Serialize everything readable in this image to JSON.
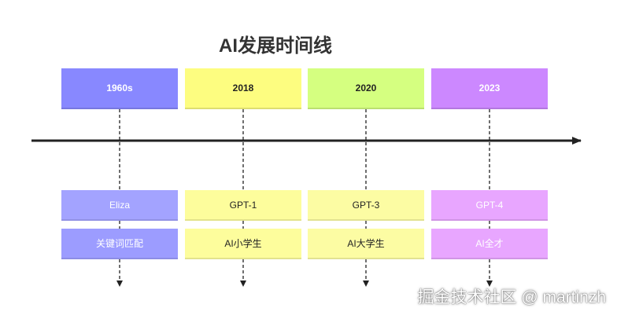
{
  "title": "AI发展时间线",
  "watermark": "掘金技术社区 @ martinzh",
  "columns": [
    {
      "year": "1960s",
      "model": "Eliza",
      "stage": "关键词匹配",
      "era_color": "#8888ff",
      "model_color": "#a3a3ff",
      "stage_color": "#9c9cff",
      "dark": false
    },
    {
      "year": "2018",
      "model": "GPT-1",
      "stage": "AI小学生",
      "era_color": "#fdfd80",
      "model_color": "#fdfd9c",
      "stage_color": "#fdfd9c",
      "dark": true
    },
    {
      "year": "2020",
      "model": "GPT-3",
      "stage": "AI大学生",
      "era_color": "#d5ff80",
      "model_color": "#fcfca3",
      "stage_color": "#fcfca3",
      "dark": true
    },
    {
      "year": "2023",
      "model": "GPT-4",
      "stage": "AI全才",
      "era_color": "#cc88ff",
      "model_color": "#e8a6ff",
      "stage_color": "#e8a6ff",
      "dark": false
    }
  ]
}
